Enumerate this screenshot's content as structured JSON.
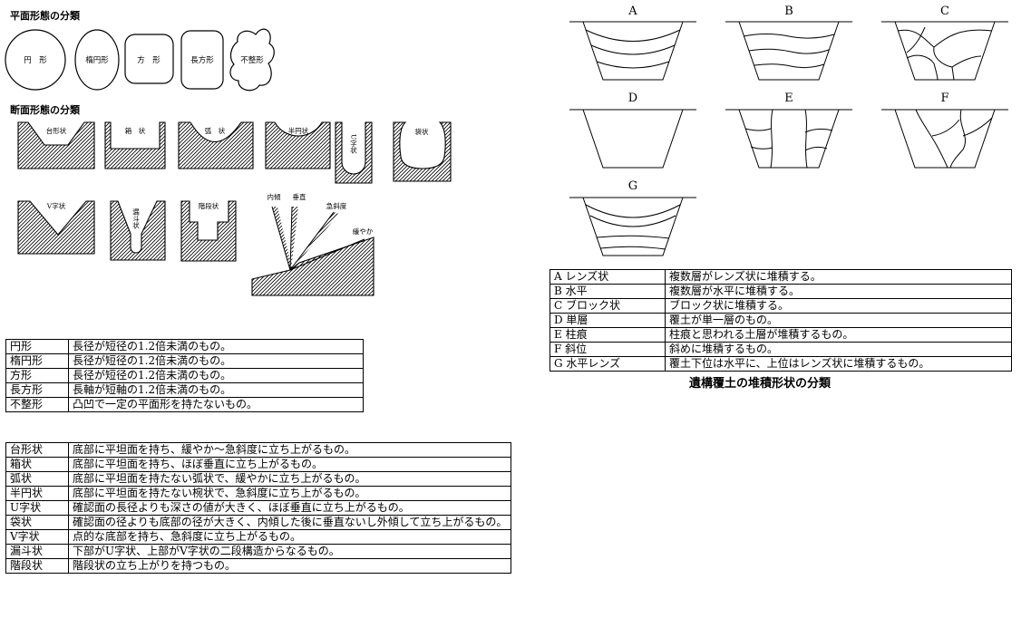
{
  "plan": {
    "heading": "平面形態の分類",
    "shapes": [
      "円　形",
      "楕円形",
      "方　形",
      "長方形",
      "不整形"
    ]
  },
  "section": {
    "heading": "断面形態の分類",
    "shapes": [
      "台形状",
      "箱　状",
      "弧　状",
      "半円状",
      "U字状",
      "袋状",
      "V字状",
      "漏斗状",
      "階段状"
    ],
    "slope_labels": [
      "内傾",
      "垂直",
      "急斜度",
      "緩やか"
    ]
  },
  "fill_diagrams": [
    "A",
    "B",
    "C",
    "D",
    "E",
    "F",
    "G"
  ],
  "plan_table": [
    [
      "円形",
      "長径が短径の1.2倍未満のもの。"
    ],
    [
      "楕円形",
      "長径が短径の1.2倍未満のもの。"
    ],
    [
      "方形",
      "長径が短径の1.2倍未満のもの。"
    ],
    [
      "長方形",
      "長軸が短軸の1.2倍未満のもの。"
    ],
    [
      "不整形",
      "凸凹で一定の平面形を持たないもの。"
    ]
  ],
  "section_table": [
    [
      "台形状",
      "底部に平坦面を持ち、緩やか～急斜度に立ち上がるもの。"
    ],
    [
      "箱状",
      "底部に平坦面を持ち、ほぼ垂直に立ち上がるもの。"
    ],
    [
      "弧状",
      "底部に平坦面を持たない弧状で、緩やかに立ち上がるもの。"
    ],
    [
      "半円状",
      "底部に平坦面を持たない椀状で、急斜度に立ち上がるもの。"
    ],
    [
      "U字状",
      "確認面の長径よりも深さの値が大きく、ほぼ垂直に立ち上がるもの。"
    ],
    [
      "袋状",
      "確認面の径よりも底部の径が大きく、内傾した後に垂直ないし外傾して立ち上がるもの。"
    ],
    [
      "V字状",
      "点的な底部を持ち、急斜度に立ち上がるもの。"
    ],
    [
      "漏斗状",
      "下部がU字状、上部がV字状の二段構造からなるもの。"
    ],
    [
      "階段状",
      "階段状の立ち上がりを持つもの。"
    ]
  ],
  "fill_table": [
    [
      "A レンズ状",
      "複数層がレンズ状に堆積する。"
    ],
    [
      "B 水平",
      "複数層が水平に堆積する。"
    ],
    [
      "C ブロック状",
      "ブロック状に堆積する。"
    ],
    [
      "D 単層",
      "覆土が単一層のもの。"
    ],
    [
      "E 柱痕",
      "柱痕と思われる土層が堆積するもの。"
    ],
    [
      "F 斜位",
      "斜めに堆積するもの。"
    ],
    [
      "G 水平レンズ",
      "覆土下位は水平に、上位はレンズ状に堆積するもの。"
    ]
  ],
  "fill_caption": "遺構覆土の堆積形状の分類"
}
